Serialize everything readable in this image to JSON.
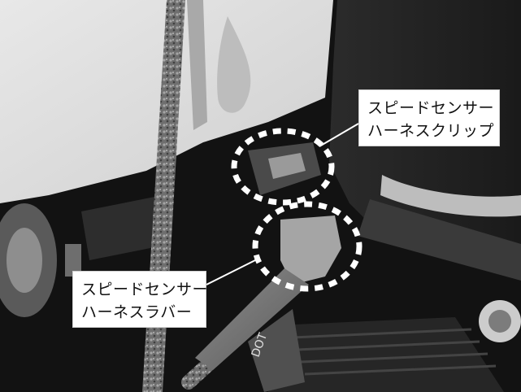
{
  "labels": {
    "speed_sensor_harness_clip": {
      "line1": "スピードセンサー",
      "line2": "ハーネスクリップ"
    },
    "speed_sensor_harness_rubber": {
      "line1": "スピードセンサー",
      "line2": "ハーネスラバー"
    }
  },
  "markings": {
    "hose_text": "DOT"
  },
  "colors": {
    "background": "#ffffff",
    "highlight_ring": "#ffffff",
    "leader_line": "#ffffff",
    "callout_text": "#111111"
  }
}
